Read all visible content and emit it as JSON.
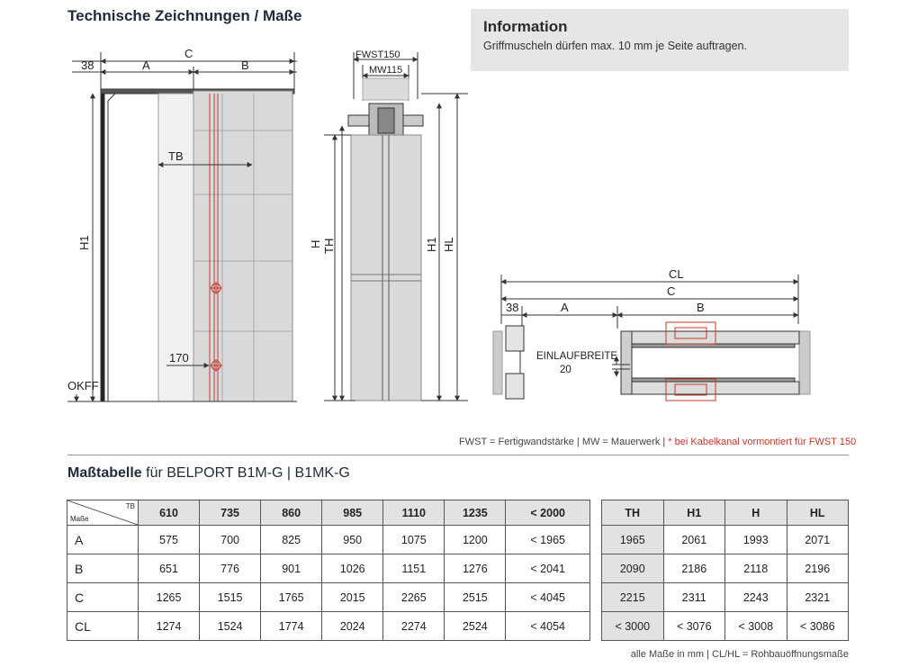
{
  "title": "Technische Zeichnungen / Maße",
  "info": {
    "title": "Information",
    "text": "Griffmuscheln dürfen max. 10 mm je Seite auftragen."
  },
  "labels": {
    "c": "C",
    "a": "A",
    "b": "B",
    "n38": "38",
    "tb": "TB",
    "h1": "H1",
    "n170": "170",
    "okff": "OKFF",
    "fwst150": "FWST150",
    "mw115": "MW115",
    "h": "H",
    "th": "TH",
    "hl": "HL",
    "cl": "CL",
    "einlauf": "EINLAUFBREITE",
    "n20": "20"
  },
  "legend": {
    "main": "FWST = Fertigwandstärke | MW = Mauerwerk | ",
    "red": "* bei Kabelkanal vormontiert für FWST 150"
  },
  "table_title": {
    "bold": "Maßtabelle",
    "rest": " für BELPORT B1M-G | B1MK-G"
  },
  "main_table": {
    "corner_tb": "TB",
    "corner_masse": "Maße",
    "headers": [
      "610",
      "735",
      "860",
      "985",
      "1110",
      "1235",
      "< 2000"
    ],
    "rows": [
      {
        "label": "A",
        "cells": [
          "575",
          "700",
          "825",
          "950",
          "1075",
          "1200",
          "< 1965"
        ]
      },
      {
        "label": "B",
        "cells": [
          "651",
          "776",
          "901",
          "1026",
          "1151",
          "1276",
          "< 2041"
        ]
      },
      {
        "label": "C",
        "cells": [
          "1265",
          "1515",
          "1765",
          "2015",
          "2265",
          "2515",
          "< 4045"
        ]
      },
      {
        "label": "CL",
        "cells": [
          "1274",
          "1524",
          "1774",
          "2024",
          "2274",
          "2524",
          "< 4054"
        ]
      }
    ]
  },
  "side_table": {
    "headers": [
      "TH",
      "H1",
      "H",
      "HL"
    ],
    "rows": [
      [
        "1965",
        "2061",
        "1993",
        "2071"
      ],
      [
        "2090",
        "2186",
        "2118",
        "2196"
      ],
      [
        "2215",
        "2311",
        "2243",
        "2321"
      ],
      [
        "< 3000",
        "< 3076",
        "< 3008",
        "< 3086"
      ]
    ]
  },
  "footnote": "alle Maße in mm | CL/HL = Rohbauöffnungsmaße",
  "colors": {
    "accent_red": "#c0392b",
    "panel_gray": "#d9dadc",
    "line": "#333333"
  }
}
